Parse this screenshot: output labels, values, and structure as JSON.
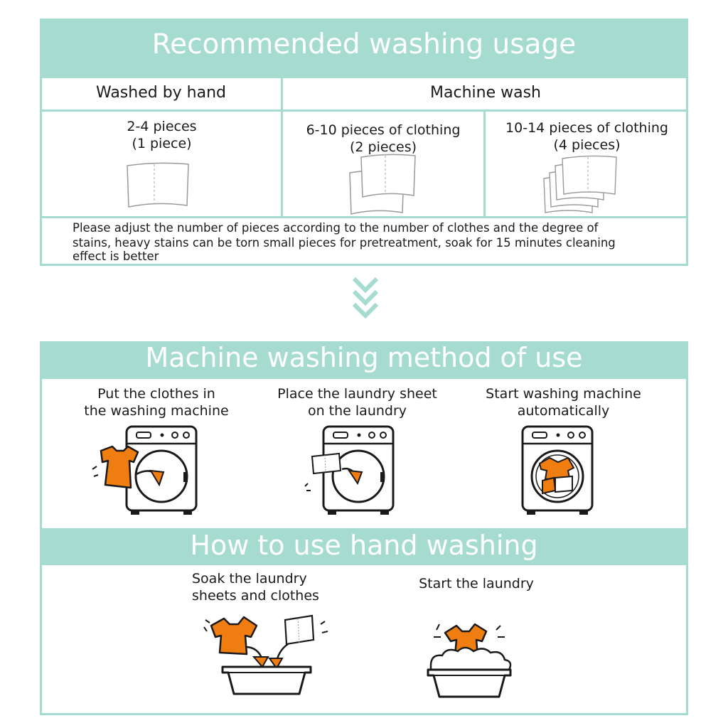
{
  "colors": {
    "accent": "#a6dcd0",
    "orange": "#f07d10",
    "line": "#1a1a1a"
  },
  "usage": {
    "title": "Recommended washing usage",
    "headers": {
      "hand": "Washed by hand",
      "machine": "Machine wash"
    },
    "cells": [
      {
        "line1": "2-4 pieces",
        "line2": "(1 piece)"
      },
      {
        "line1": "6-10 pieces of clothing",
        "line2": "(2 pieces)"
      },
      {
        "line1": "10-14 pieces of clothing",
        "line2": "(4 pieces)"
      }
    ],
    "note": [
      "Please adjust the number of pieces according to the number of clothes and the degree of",
      "stains, heavy stains can be torn small pieces for pretreatment, soak for 15 minutes cleaning",
      "effect is better"
    ]
  },
  "machine": {
    "title": "Machine washing method of use",
    "steps": [
      {
        "line1": "Put the clothes in",
        "line2": "the washing machine"
      },
      {
        "line1": "Place the laundry sheet",
        "line2": "on the laundry"
      },
      {
        "line1": "Start washing machine",
        "line2": "automatically"
      }
    ]
  },
  "hand": {
    "title": "How to use hand washing",
    "steps": [
      {
        "line1": "Soak the laundry",
        "line2": "sheets and clothes"
      },
      {
        "line1": "Start the laundry",
        "line2": ""
      }
    ]
  }
}
